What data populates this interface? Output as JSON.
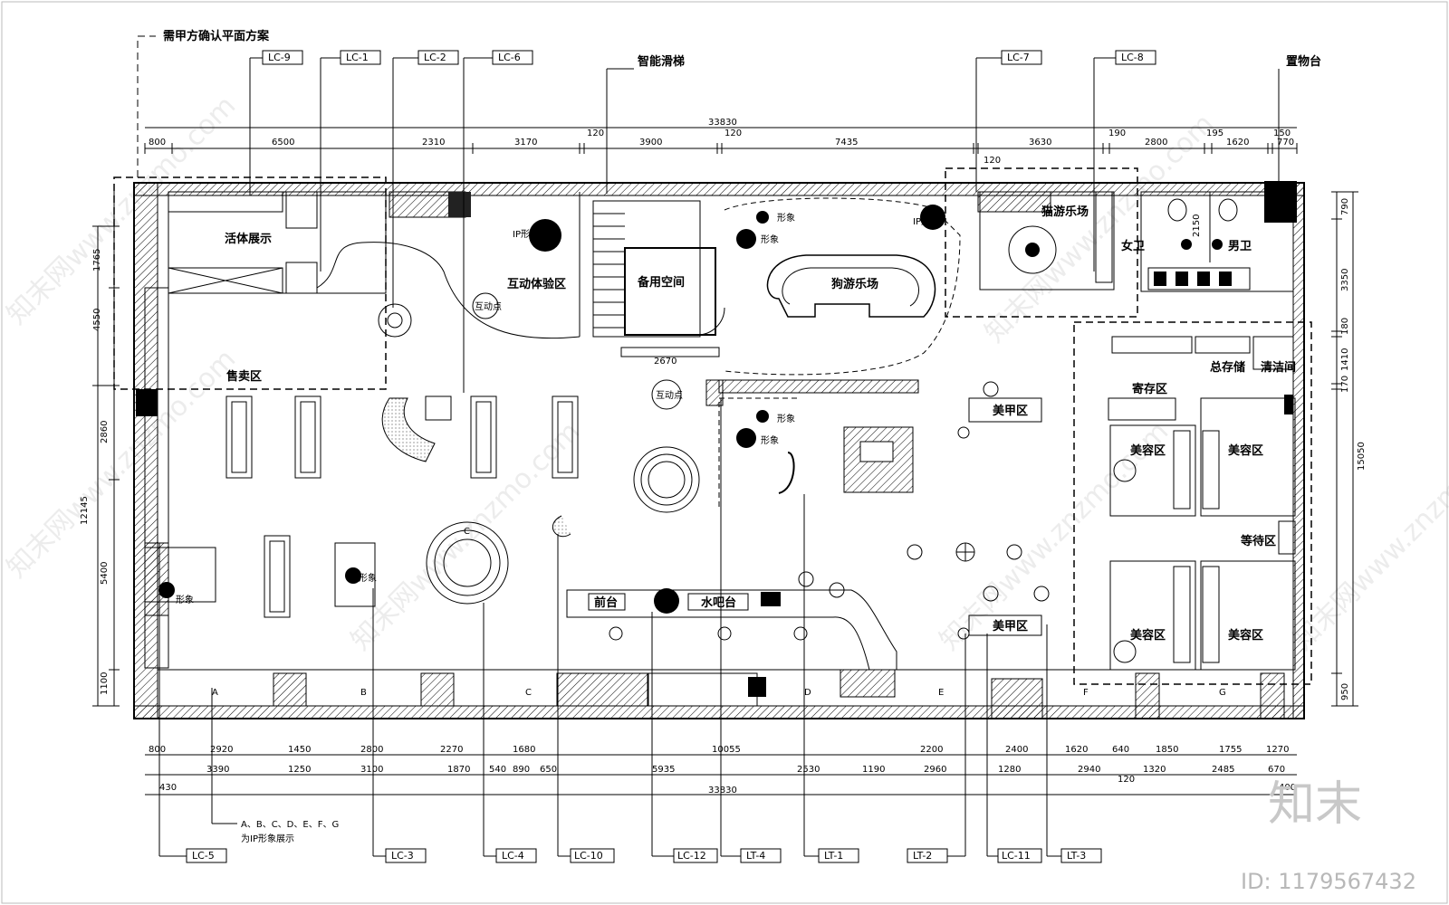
{
  "notes": {
    "confirm_scheme": "需甲方确认平面方案",
    "smart_escalator": "智能滑梯",
    "shelf": "置物台",
    "ip_note_line1": "A、B、C、D、E、F、G",
    "ip_note_line2": "为IP形象展示"
  },
  "rooms": {
    "live_display": "活体展示",
    "sales_area": "售卖区",
    "interactive_zone": "互动体验区",
    "interactive_point_1": "互动点",
    "interactive_point_2": "互动点",
    "spare_room": "备用空间",
    "dog_park": "狗游乐场",
    "cat_park": "猫游乐场",
    "female_wc": "女卫",
    "male_wc": "男卫",
    "storage": "寄存区",
    "general_storage": "总存储",
    "cleaning": "清洁间",
    "beauty_1": "美容区",
    "beauty_2": "美容区",
    "beauty_3": "美容区",
    "beauty_4": "美容区",
    "waiting": "等待区",
    "nail_1": "美甲区",
    "nail_2": "美甲区",
    "front_desk": "前台",
    "water_bar": "水吧台"
  },
  "ip_labels": [
    "形象",
    "形象",
    "形象",
    "形象",
    "形象",
    "形象"
  ],
  "ip_short": [
    "IP形",
    "IP形"
  ],
  "bay_letters": [
    "A",
    "B",
    "C",
    "D",
    "E",
    "F",
    "G",
    "C"
  ],
  "tags_top": [
    "LC-9",
    "LC-1",
    "LC-2",
    "LC-6",
    "LC-7",
    "LC-8"
  ],
  "tags_bottom": [
    "LC-5",
    "LC-3",
    "LC-4",
    "LC-10",
    "LC-12",
    "LT-4",
    "LT-1",
    "LT-2",
    "LC-11",
    "LT-3"
  ],
  "dims_top_total": "33830",
  "dims_top": [
    "800",
    "6500",
    "2310",
    "3170",
    "120",
    "3900",
    "120",
    "7435",
    "120",
    "3630",
    "190",
    "2800",
    "195",
    "1620",
    "150",
    "770"
  ],
  "dims_bottom_row1": [
    "800",
    "2920",
    "1450",
    "2800",
    "2270",
    "1680",
    "10055",
    "2200",
    "2400",
    "1620",
    "640",
    "1850",
    "1755",
    "1270"
  ],
  "dims_bottom_row2": [
    "3390",
    "1250",
    "3100",
    "1870",
    "540",
    "890",
    "650",
    "5935",
    "2530",
    "1190",
    "2960",
    "1280",
    "2940",
    "120",
    "1320",
    "2485",
    "670"
  ],
  "dims_bottom_total": "33830",
  "dims_bottom_small": [
    "430",
    "400"
  ],
  "dims_left": [
    "1765",
    "4550",
    "2860",
    "12145",
    "5400",
    "1100"
  ],
  "dims_right": [
    "790",
    "3350",
    "180",
    "1410",
    "170",
    "15050",
    "950"
  ],
  "dim_2670": "2670",
  "dim_2150": "2150",
  "watermark": "知末网www.znzmo.com",
  "brand": {
    "logo": "知末",
    "id_text": "ID: 1179567432"
  }
}
